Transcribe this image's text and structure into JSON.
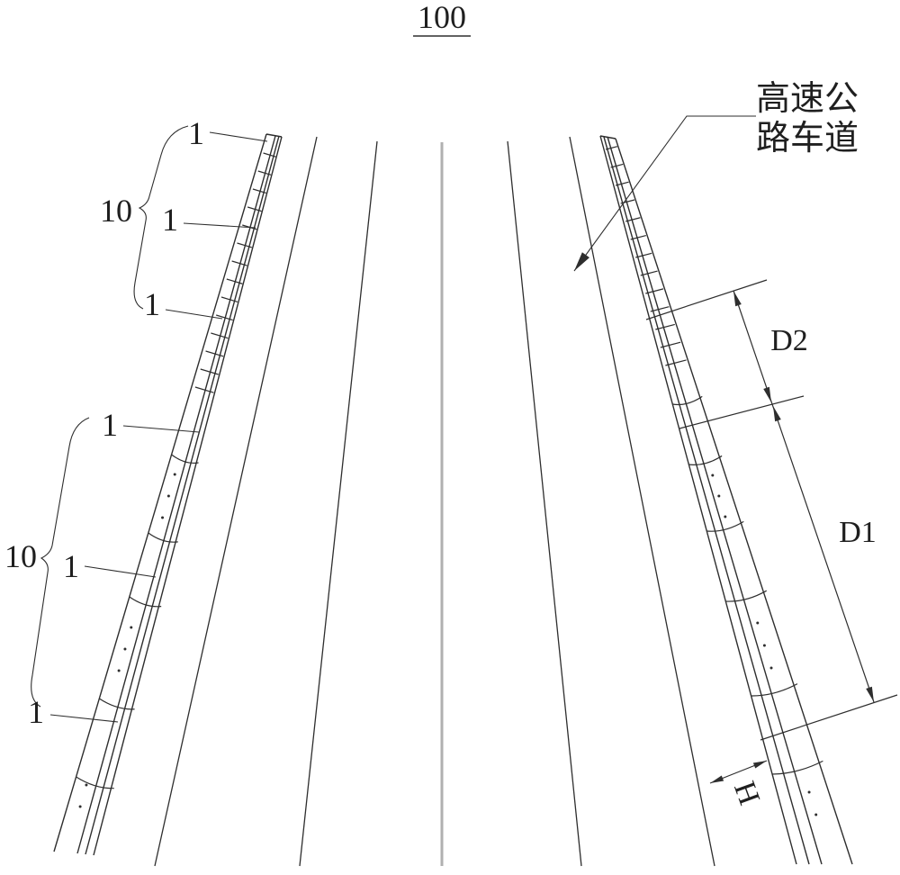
{
  "title": {
    "text": "100"
  },
  "lane_label": {
    "lines": [
      "高速公",
      "路车道"
    ]
  },
  "groups": {
    "upper": {
      "brace_label": "10",
      "items": [
        "1",
        "1",
        "1"
      ]
    },
    "lower": {
      "brace_label": "10",
      "items": [
        "1",
        "1",
        "1"
      ]
    }
  },
  "dimensions": {
    "d2": "D2",
    "d1": "D1",
    "h": "H"
  },
  "colors": {
    "ink": "#2e2e2e",
    "center_line": "#b0b0b0",
    "background": "#ffffff"
  }
}
